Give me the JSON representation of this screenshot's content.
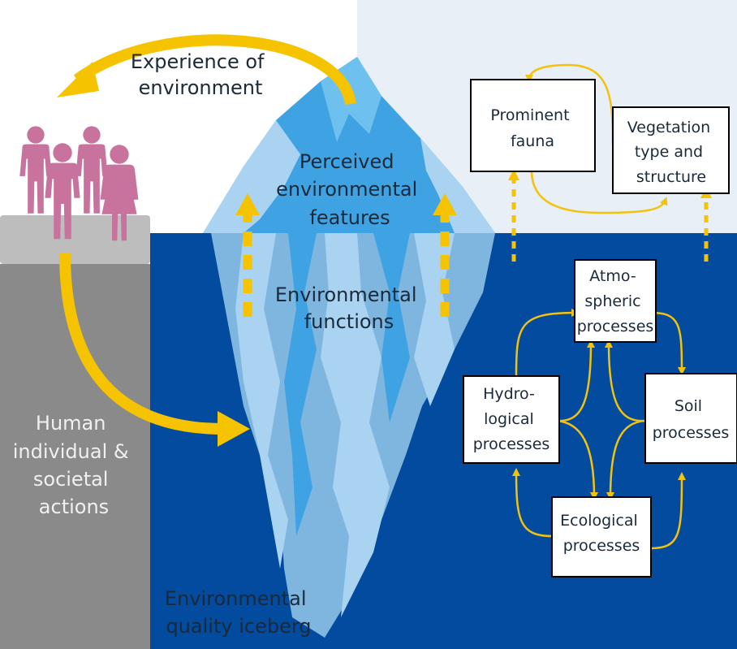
{
  "labels": {
    "experience": [
      "Experience of",
      "environment"
    ],
    "perceived": [
      "Perceived",
      "environmental",
      "features"
    ],
    "functions": [
      "Environmental",
      "functions"
    ],
    "human": [
      "Human",
      "individual &",
      "societal",
      "actions"
    ],
    "iceberg": [
      "Environmental",
      "quality iceberg"
    ]
  },
  "boxes": {
    "fauna": [
      "Prominent",
      "fauna"
    ],
    "vegetation": [
      "Vegetation",
      "type and",
      "structure"
    ],
    "atmospheric": [
      "Atmo-",
      "spheric",
      "processes"
    ],
    "hydrological": [
      "Hydro-",
      "logical",
      "processes"
    ],
    "soil": [
      "Soil",
      "processes"
    ],
    "ecological": [
      "Ecological",
      "processes"
    ]
  },
  "colors": {
    "sky": "#e8eff7",
    "sea": "#024b9f",
    "ice_light": "#a9d3f0",
    "ice_mid": "#7fb6e0",
    "ice_bright": "#3fa2e3",
    "arrow": "#f6c300",
    "arrow_thin": "#f2c20e",
    "person": "#c8739e",
    "pillar": "#8a8a8a",
    "pillar_top": "#bdbdbd",
    "dark_text": "#1b2a3a",
    "light_text": "#f0f0f0"
  },
  "icons": [
    "people-group-icon"
  ]
}
